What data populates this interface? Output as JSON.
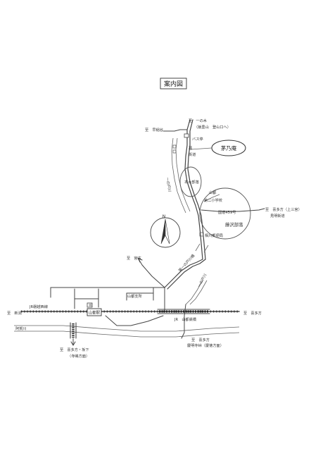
{
  "map": {
    "title": "案内図",
    "labels": {
      "ichinoki": "至　一の木",
      "iideyama": "（飯豊山　登山口へ）",
      "hayadoya": "至　早稲谷",
      "bus_stop": "バス停",
      "bochi": "墓",
      "kaido": "街道",
      "kayanoan": "茅乃庵",
      "ichinoki_buraku": "本木部落",
      "ichinoto_river": "一の戸川",
      "yamato": "山都",
      "dai2_school": "第二小学校",
      "kokudo": "国道459号",
      "kitakata_top": "至　喜多方（上三宮）",
      "miagari": "見明街道",
      "fujisawa": "藤沢部落",
      "aikawa_post": "相川郵便局",
      "ichinoto_bridge": "第一の戸川橋",
      "miyako": "至　宮古",
      "ichinoto_river2": "一の戸川",
      "branch": "山都支所",
      "jr_banetsu": "JR磐越西線",
      "niitsu": "至　新潟",
      "police": "派",
      "station": "山都駅",
      "jr_bridge": "JR　山都鉄橋",
      "kitakata_right": "至　喜多方",
      "agano": "阿賀川",
      "kitakata_right2": "至　喜多方",
      "kumagata": "慶明寺峠（慶徳方面）",
      "kitakata_bottom": "至　喜多方・坂下",
      "kamisaka": "（寺嶋方面）"
    },
    "compass_label": "N"
  }
}
